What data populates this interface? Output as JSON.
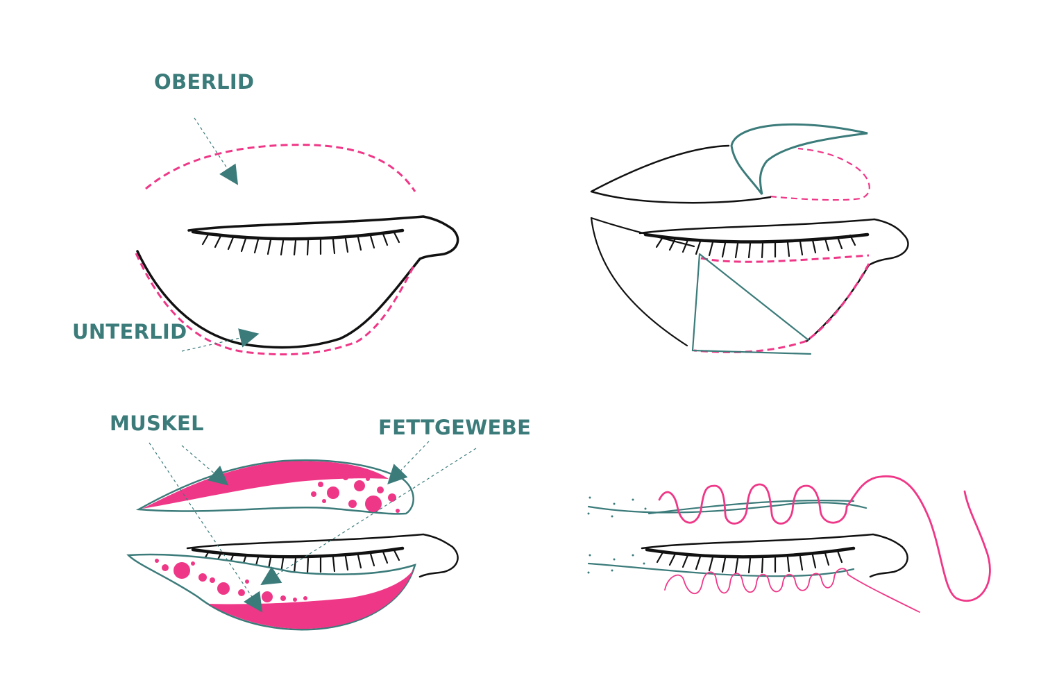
{
  "labels": {
    "upper_lid": "OBERLID",
    "lower_lid": "UNTERLID",
    "muscle": "MUSKEL",
    "fat_tissue": "FETTGEWEBE"
  },
  "colors": {
    "teal": "#3b7b7a",
    "pink": "#ef3787",
    "ink": "#111111",
    "background": "#ffffff"
  },
  "panels": [
    {
      "id": "eye-marked-incisions",
      "labels": [
        "upper_lid",
        "lower_lid"
      ]
    },
    {
      "id": "skin-flaps-raised",
      "labels": []
    },
    {
      "id": "muscle-and-fat-exposed",
      "labels": [
        "muscle",
        "fat_tissue"
      ]
    },
    {
      "id": "wound-sutured",
      "labels": []
    }
  ]
}
